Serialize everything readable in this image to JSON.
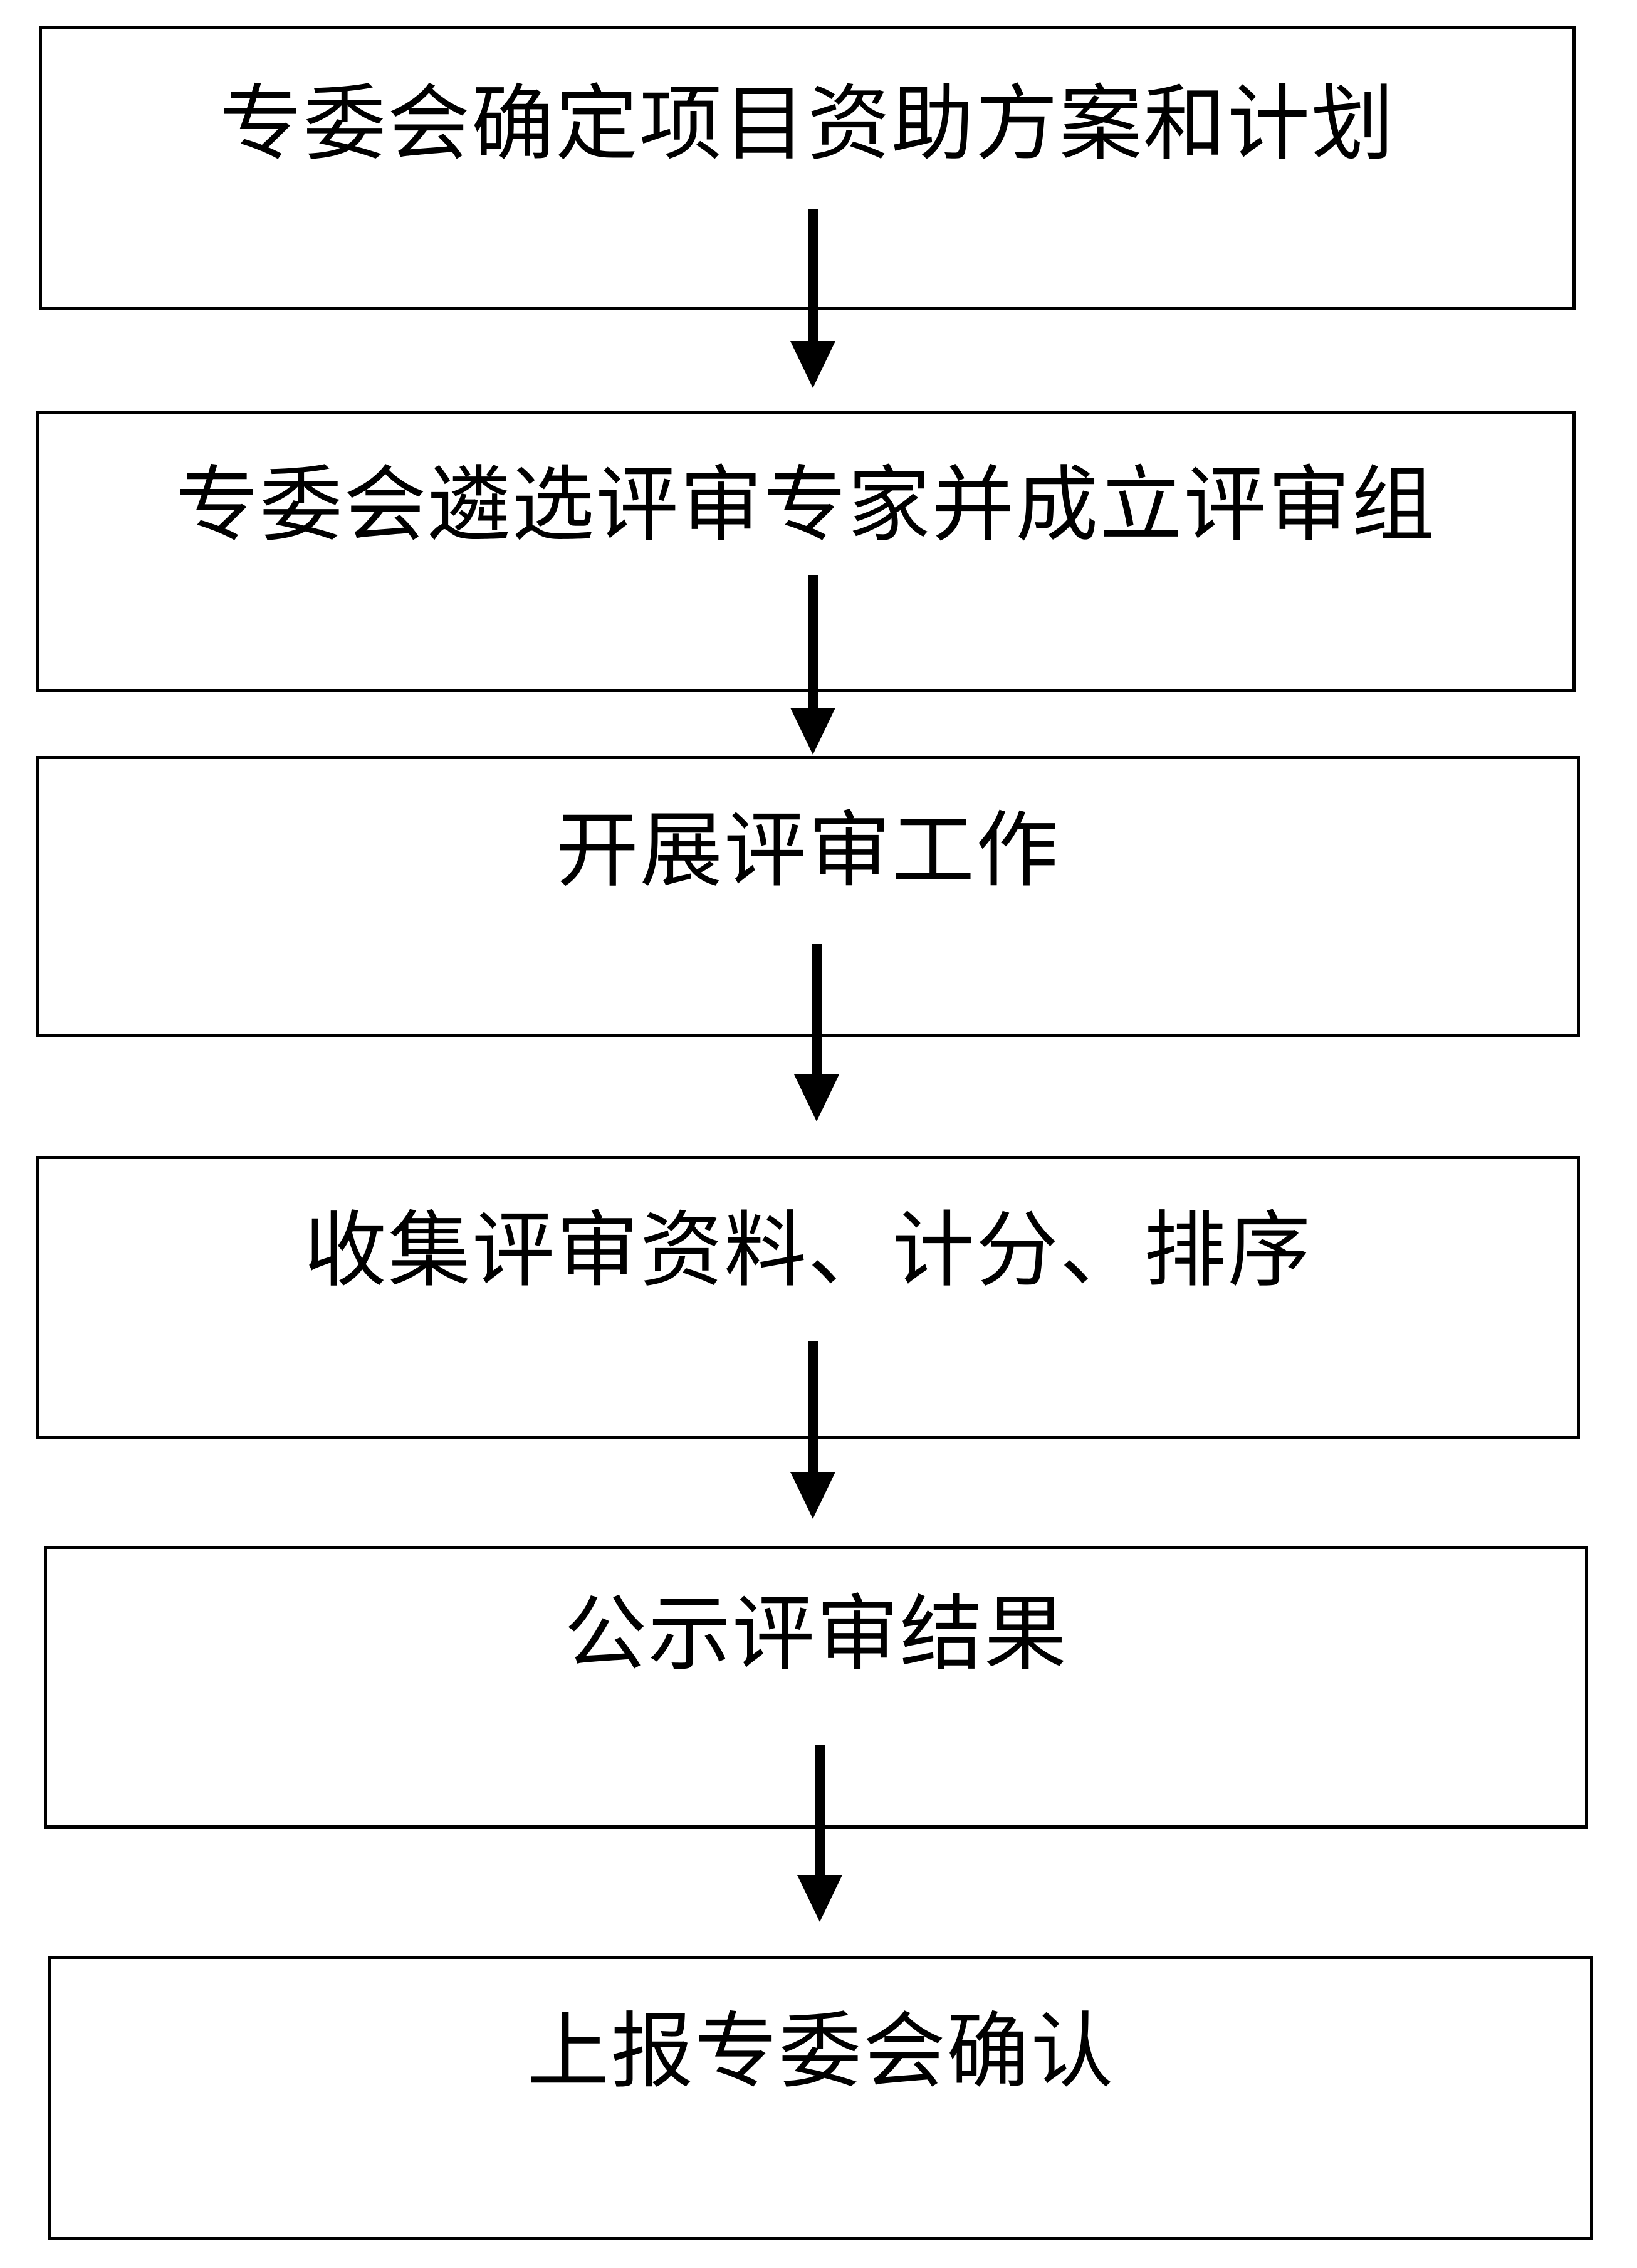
{
  "flowchart": {
    "steps": [
      {
        "label": "专委会确定项目资助方案和计划"
      },
      {
        "label": "专委会遴选评审专家并成立评审组"
      },
      {
        "label": "开展评审工作"
      },
      {
        "label": "收集评审资料、计分、排序"
      },
      {
        "label": "公示评审结果"
      },
      {
        "label": "上报专委会确认"
      }
    ]
  },
  "colors": {
    "line": "#000000",
    "background": "#ffffff"
  }
}
